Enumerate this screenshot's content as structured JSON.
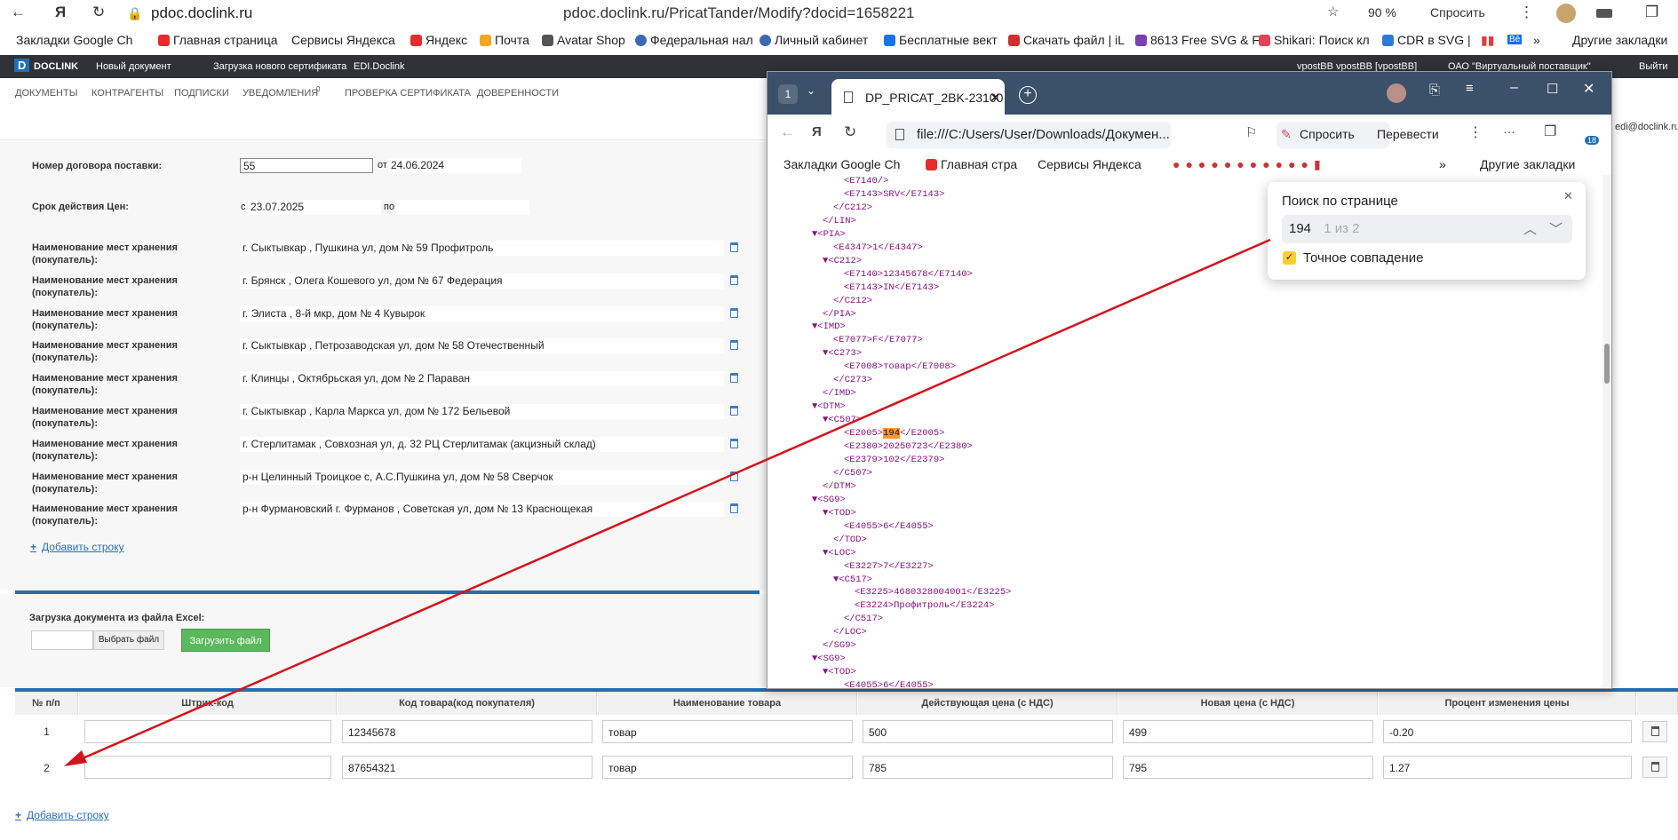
{
  "browser": {
    "host": "pdoc.doclink.ru",
    "url": "pdoc.doclink.ru/PricatTander/Modify?docid=1658221",
    "zoom": "90 %",
    "ask_label": "Спросить",
    "bookmarks": [
      "Закладки Google Ch",
      "Главная страница",
      "Сервисы Яндекса",
      "Яндекс",
      "Почта",
      "Avatar Shop",
      "Федеральная нал",
      "Личный кабинет",
      "Бесплатные вект",
      "Скачать файл | iL",
      "8613 Free SVG & F",
      "Shikari: Поиск кл",
      "CDR в SVG |"
    ],
    "bookmarks_more": "Другие закладки"
  },
  "site": {
    "logo": "DOCLINK",
    "topbar": [
      "Новый документ",
      "Загрузка нового сертификата",
      "EDI.Doclink"
    ],
    "user_right": "vpostBB vpostBB [vpostBB]",
    "org_right": "ОАО \"Виртуальный поставщик\"",
    "exit": "Выйти",
    "email_fragment": "edi@doclink.ru",
    "nav": [
      "ДОКУМЕНТЫ",
      "КОНТРАГЕНТЫ",
      "ПОДПИСКИ",
      "УВЕДОМЛЕНИЯ",
      "ПРОВЕРКА СЕРТИФИКАТА",
      "ДОВЕРЕННОСТИ"
    ],
    "notif_count": "0"
  },
  "form": {
    "contract_label": "Номер договора поставки:",
    "contract_no": "55",
    "from_word": "от",
    "contract_date": "24.06.2024",
    "validity_label": "Срок действия Цен:",
    "with_word": "с",
    "valid_from": "23.07.2025",
    "to_word": "по",
    "storage_label_1": "Наименование мест хранения",
    "storage_label_2": "(покупатель):",
    "storages": [
      "г. Сыктывкар , Пушкина ул, дом № 59 Профитроль",
      "г. Брянск , Олега Кошевого ул, дом № 67 Федерация",
      "г. Элиста , 8-й мкр, дом № 4 Кувырок",
      "г. Сыктывкар , Петрозаводская ул, дом № 58 Отечественный",
      "г. Клинцы , Октябрьская ул, дом № 2 Параван",
      "г. Сыктывкар , Карла Маркса ул, дом № 172 Бельевой",
      "г. Стерлитамак , Совхозная ул, д. 32 РЦ Стерлитамак (акцизный склад)",
      "р-н Целинный  Троицкое с, А.С.Пушкина ул, дом № 58 Сверчок",
      "р-н Фурмановский г. Фурманов , Советская ул, дом № 13 Краснощекая"
    ],
    "add_row": "Добавить строку",
    "excel_label": "Загрузка документа из файла Excel:",
    "choose_file": "Выбрать файл",
    "upload": "Загрузить файл"
  },
  "table": {
    "headers": [
      "№ п/п",
      "Штрих-код",
      "Код товара(код покупателя)",
      "Наименование товара",
      "Действующая цена (с НДС)",
      "Новая цена (с НДС)",
      "Процент изменения цены"
    ],
    "rows": [
      {
        "n": "1",
        "barcode": "",
        "code": "12345678",
        "name": "товар",
        "price": "500",
        "new_price": "499",
        "pct": "-0.20"
      },
      {
        "n": "2",
        "barcode": "",
        "code": "87654321",
        "name": "товар",
        "price": "785",
        "new_price": "795",
        "pct": "1.27"
      }
    ],
    "add_row": "Добавить строку"
  },
  "popup": {
    "tab_count": "1",
    "tab_title": "DP_PRICAT_2BK-23100",
    "url": "file:///C:/Users/User/Downloads/Докумен...",
    "ask": "Спросить",
    "translate": "Перевести",
    "badge": "18",
    "bookmarks": [
      "Закладки Google Ch",
      "Главная стра",
      "Сервисы Яндекса"
    ],
    "bookmarks_more": "Другие закладки",
    "xml_lines": [
      {
        "i": 5,
        "t": "<E7140/>"
      },
      {
        "i": 5,
        "t": "<E7143>SRV</E7143>"
      },
      {
        "i": 4,
        "t": "</C212>"
      },
      {
        "i": 3,
        "t": "</LIN>"
      },
      {
        "i": 2,
        "t": "▼<PIA>"
      },
      {
        "i": 4,
        "t": "<E4347>1</E4347>"
      },
      {
        "i": 3,
        "t": "▼<C212>"
      },
      {
        "i": 5,
        "t": "<E7140>12345678</E7140>"
      },
      {
        "i": 5,
        "t": "<E7143>IN</E7143>"
      },
      {
        "i": 4,
        "t": "</C212>"
      },
      {
        "i": 3,
        "t": "</PIA>"
      },
      {
        "i": 2,
        "t": "▼<IMD>"
      },
      {
        "i": 4,
        "t": "<E7077>F</E7077>"
      },
      {
        "i": 3,
        "t": "▼<C273>"
      },
      {
        "i": 5,
        "t": "<E7008>товар</E7008>"
      },
      {
        "i": 4,
        "t": "</C273>"
      },
      {
        "i": 3,
        "t": "</IMD>"
      },
      {
        "i": 2,
        "t": "▼<DTM>"
      },
      {
        "i": 3,
        "t": "▼<C507>"
      },
      {
        "i": 5,
        "t": "<E2005>",
        "hl": "194",
        "t2": "</E2005>"
      },
      {
        "i": 5,
        "t": "<E2380>20250723</E2380>"
      },
      {
        "i": 5,
        "t": "<E2379>102</E2379>"
      },
      {
        "i": 4,
        "t": "</C507>"
      },
      {
        "i": 3,
        "t": "</DTM>"
      },
      {
        "i": 2,
        "t": "▼<SG9>"
      },
      {
        "i": 3,
        "t": "▼<TOD>"
      },
      {
        "i": 5,
        "t": "<E4055>6</E4055>"
      },
      {
        "i": 4,
        "t": "</TOD>"
      },
      {
        "i": 3,
        "t": "▼<LOC>"
      },
      {
        "i": 5,
        "t": "<E3227>7</E3227>"
      },
      {
        "i": 4,
        "t": "▼<C517>"
      },
      {
        "i": 6,
        "t": "<E3225>4680328004001</E3225>"
      },
      {
        "i": 6,
        "t": "<E3224>Профитроль</E3224>"
      },
      {
        "i": 5,
        "t": "</C517>"
      },
      {
        "i": 4,
        "t": "</LOC>"
      },
      {
        "i": 3,
        "t": "</SG9>"
      },
      {
        "i": 2,
        "t": "▼<SG9>"
      },
      {
        "i": 3,
        "t": "▼<TOD>"
      },
      {
        "i": 5,
        "t": "<E4055>6</E4055>"
      }
    ]
  },
  "find": {
    "title": "Поиск по странице",
    "query": "194",
    "count": "1 из 2",
    "exact": "Точное совпадение"
  },
  "colors": {
    "arrow": "#d4141c",
    "accent_blue": "#1f6fb5",
    "upload_green": "#5cb85c",
    "highlight": "#ff9632"
  }
}
